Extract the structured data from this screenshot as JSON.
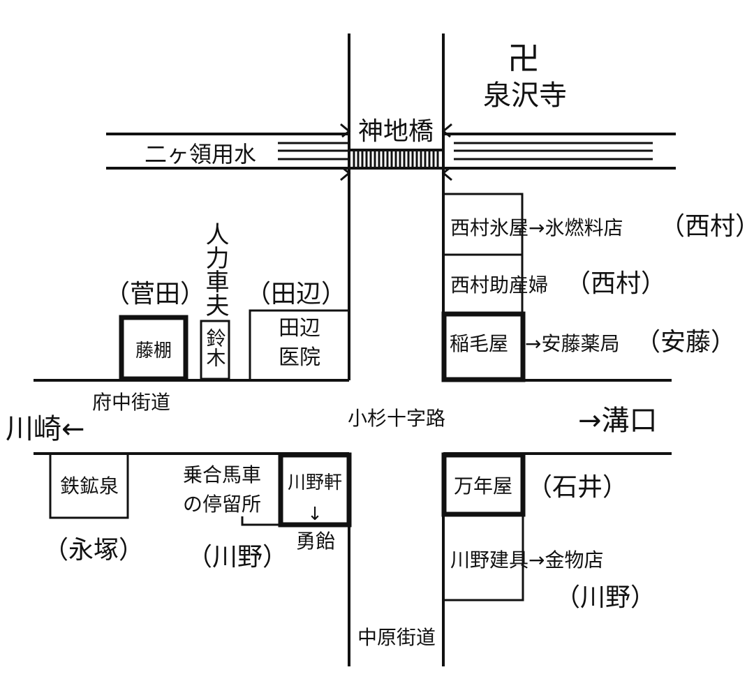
{
  "colors": {
    "ink": "#111111",
    "paper": "#ffffff"
  },
  "temple": {
    "symbol": "卍",
    "name": "泉沢寺"
  },
  "bridge": "神地橋",
  "canal": "二ヶ領用水",
  "roads": {
    "fuchu": "府中街道",
    "nakahara": "中原街道",
    "crossing": "小杉十字路",
    "west_dest": "川崎←",
    "east_dest": "→溝口"
  },
  "northwest": {
    "sugata_owner": "（菅田）",
    "fujidana": "藤棚",
    "rickshaw_vertical": "人力車夫",
    "suzuki": "鈴木",
    "tanabe_owner": "（田辺）",
    "tanabe_clinic_line1": "田辺",
    "tanabe_clinic_line2": "医院"
  },
  "northeast": {
    "nishimura_ice": "西村氷屋→氷燃料店",
    "nishimura_ice_owner": "（西村）",
    "nishimura_midwife": "西村助産婦",
    "nishimura_midwife_owner": "（西村）",
    "inageya": "稲毛屋",
    "ando_pharmacy": "→安藤薬局",
    "ando_owner": "（安藤）"
  },
  "southwest": {
    "tekkosen": "鉄鉱泉",
    "nagatsuka": "（永塚）",
    "carriage_stop_line1": "乗合馬車",
    "carriage_stop_line2": "の停留所",
    "kawanoken": "川野軒",
    "arrow": "↓",
    "yuuame": "勇飴",
    "kawano_owner": "（川野）"
  },
  "southeast": {
    "mannenya": "万年屋",
    "ishii_owner": "（石井）",
    "kawano_tategu": "川野建具→金物店",
    "kawano_owner": "（川野）"
  }
}
